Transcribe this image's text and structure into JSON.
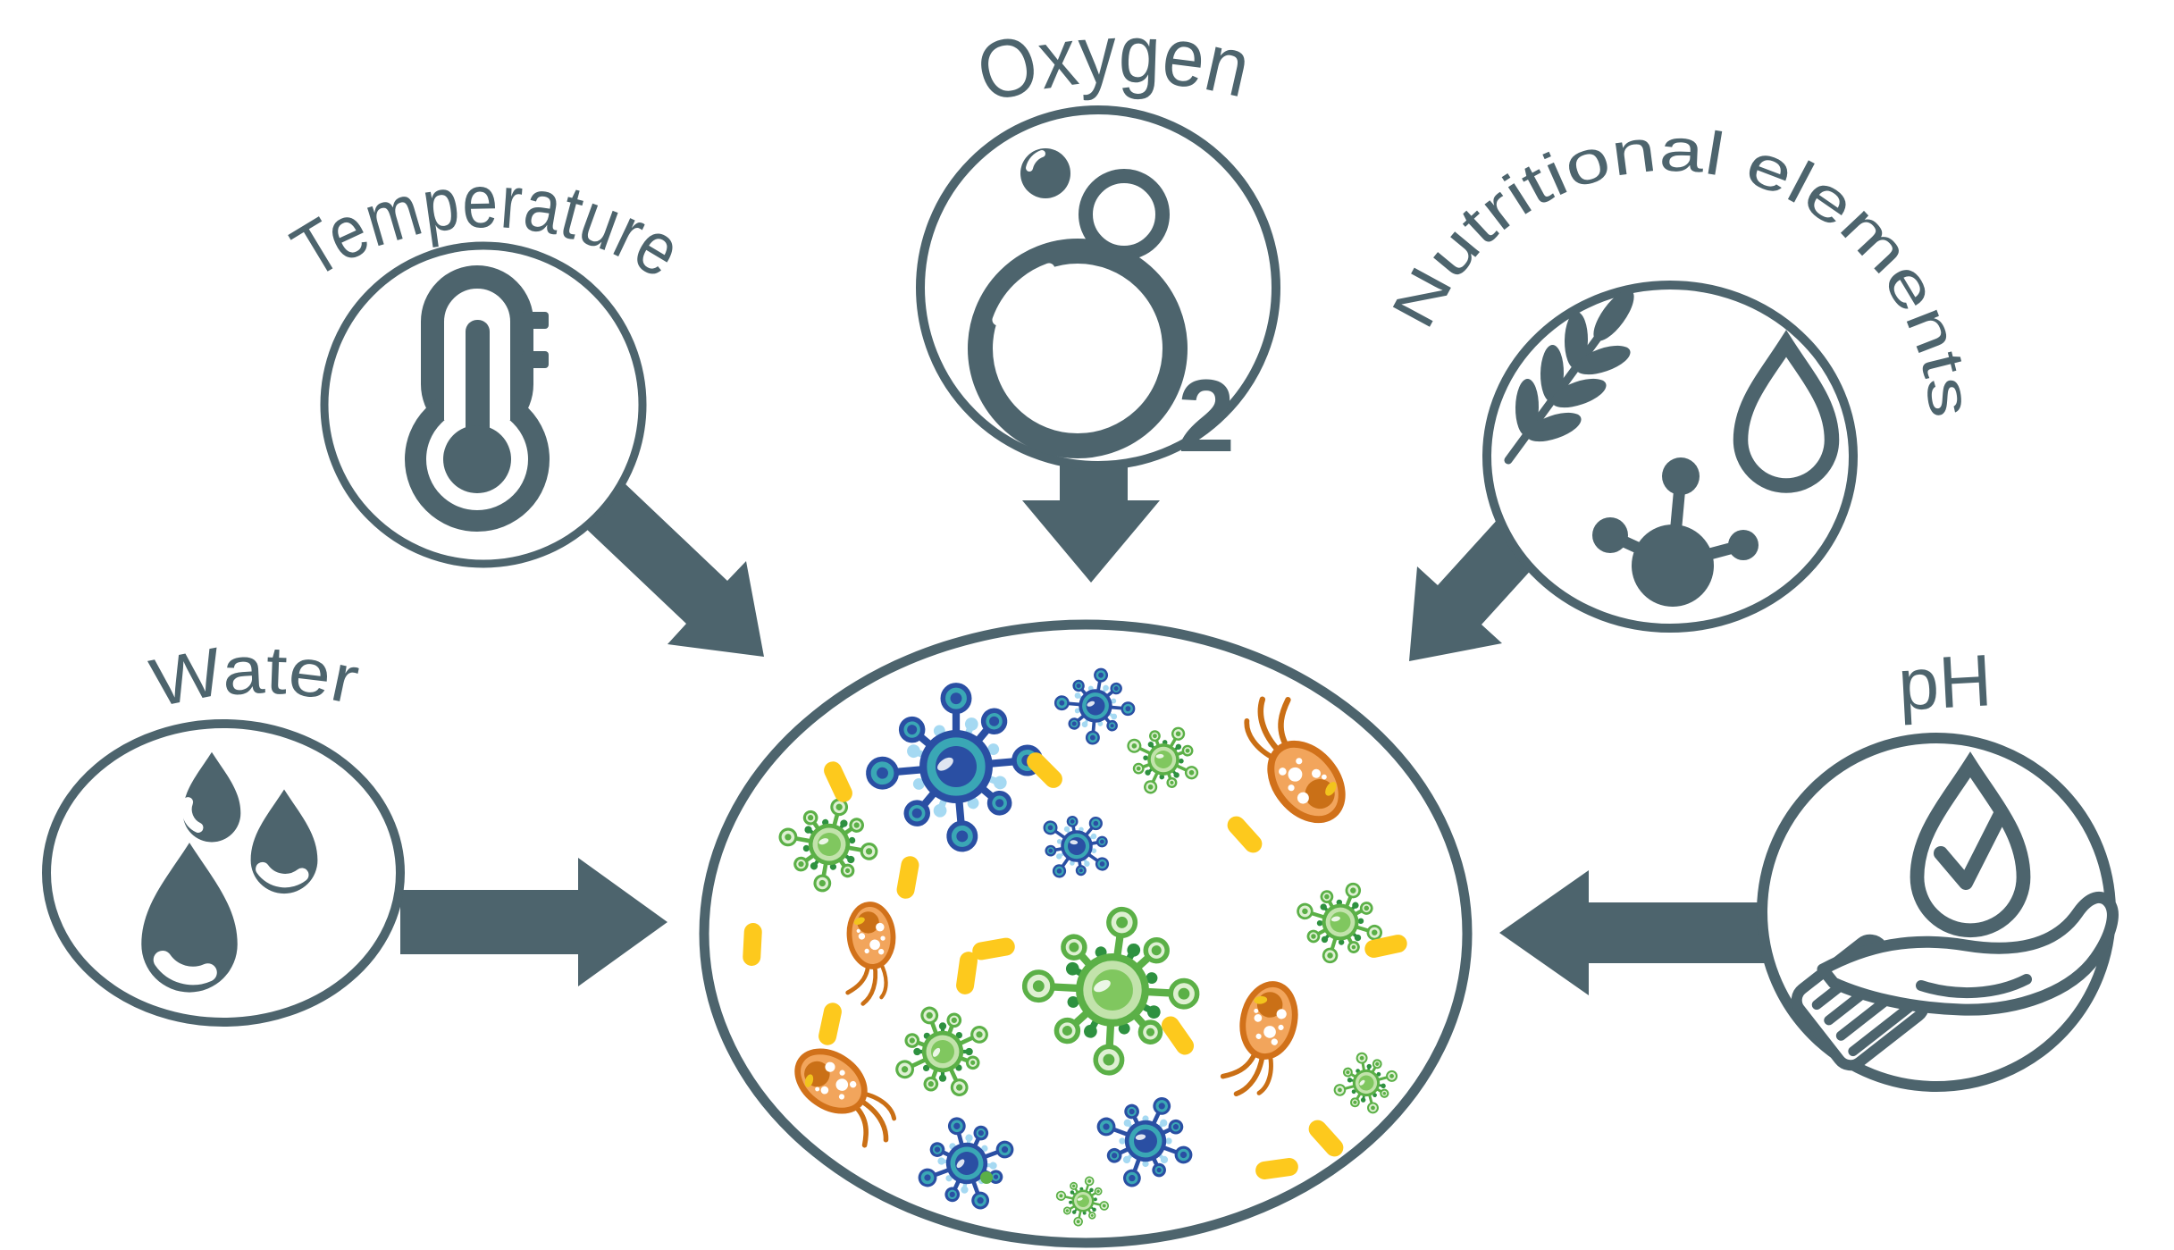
{
  "diagram": {
    "type": "infographic",
    "background": "#ffffff",
    "factors": [
      {
        "id": "temperature",
        "label": "Temperature",
        "icon": "thermometer-icon"
      },
      {
        "id": "oxygen",
        "label": "Oxygen",
        "icon": "oxygen-bubbles-icon",
        "icon_subscript": "2"
      },
      {
        "id": "nutritional",
        "label": "Nutritional elements",
        "icon": "wheat-drop-molecule-icon"
      },
      {
        "id": "water",
        "label": "Water",
        "icon": "water-drops-icon"
      },
      {
        "id": "ph",
        "label": "pH",
        "icon": "hand-water-drop-check-icon"
      }
    ],
    "center": {
      "name": "microbial-culture",
      "icons": [
        "blue-star-microbe",
        "green-star-microbe",
        "orange-protozoan-microbe",
        "yellow-bacillus-capsule"
      ]
    },
    "colors": {
      "slate": "#4d646d",
      "blue_dark": "#2a4fa3",
      "teal": "#3aa7b5",
      "blue_light": "#a5d9f2",
      "green": "#5bb047",
      "green_light": "#c2e3ab",
      "green_dark": "#2e9140",
      "orange": "#d1711a",
      "orange_fill": "#f2a55c",
      "orange_dark": "#ca7017",
      "yellow": "#fdc91d"
    }
  }
}
